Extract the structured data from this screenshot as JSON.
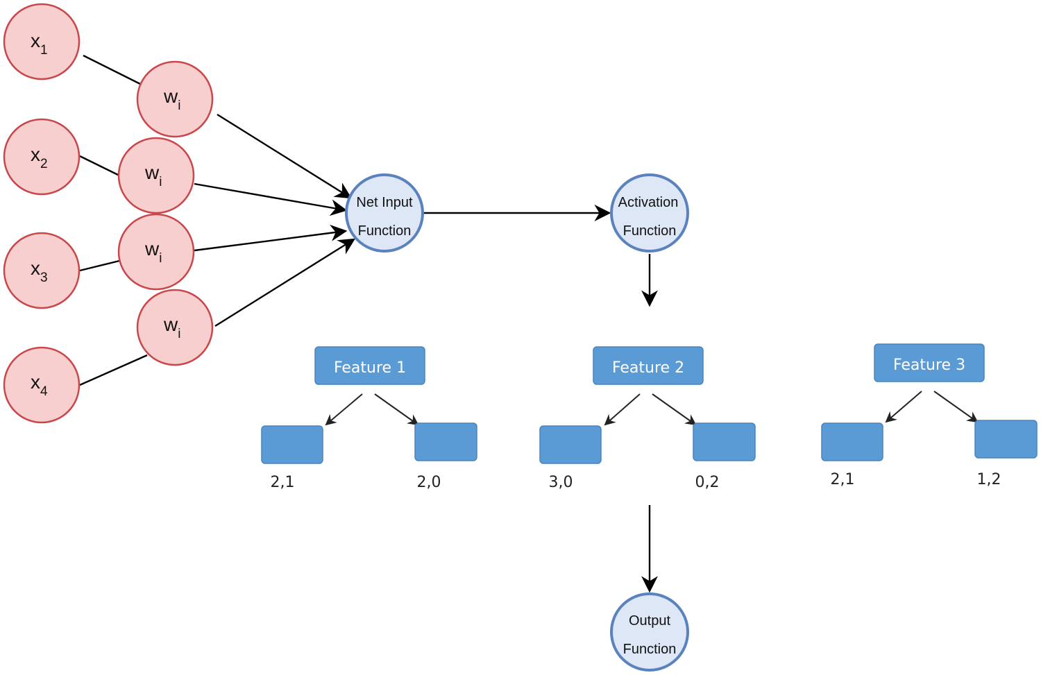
{
  "inputs": [
    {
      "base": "x",
      "sub": "1"
    },
    {
      "base": "x",
      "sub": "2"
    },
    {
      "base": "x",
      "sub": "3"
    },
    {
      "base": "x",
      "sub": "4"
    }
  ],
  "weights": [
    {
      "base": "w",
      "sub": "i"
    },
    {
      "base": "w",
      "sub": "i"
    },
    {
      "base": "w",
      "sub": "i"
    },
    {
      "base": "w",
      "sub": "i"
    }
  ],
  "net_input": {
    "line1": "Net Input",
    "line2": "Function"
  },
  "activation": {
    "line1": "Activation",
    "line2": "Function"
  },
  "output": {
    "line1": "Output",
    "line2": "Function"
  },
  "features": [
    {
      "label": "Feature 1",
      "leaves": [
        "2,1",
        "2,0"
      ]
    },
    {
      "label": "Feature 2",
      "leaves": [
        "3,0",
        "0,2"
      ]
    },
    {
      "label": "Feature 3",
      "leaves": [
        "2,1",
        "1,2"
      ]
    }
  ],
  "colors": {
    "input_fill": "#f8cfcf",
    "input_stroke": "#c9474a",
    "function_fill": "#dde7f5",
    "function_stroke": "#5a82bf",
    "feature_fill": "#5b9bd5"
  }
}
